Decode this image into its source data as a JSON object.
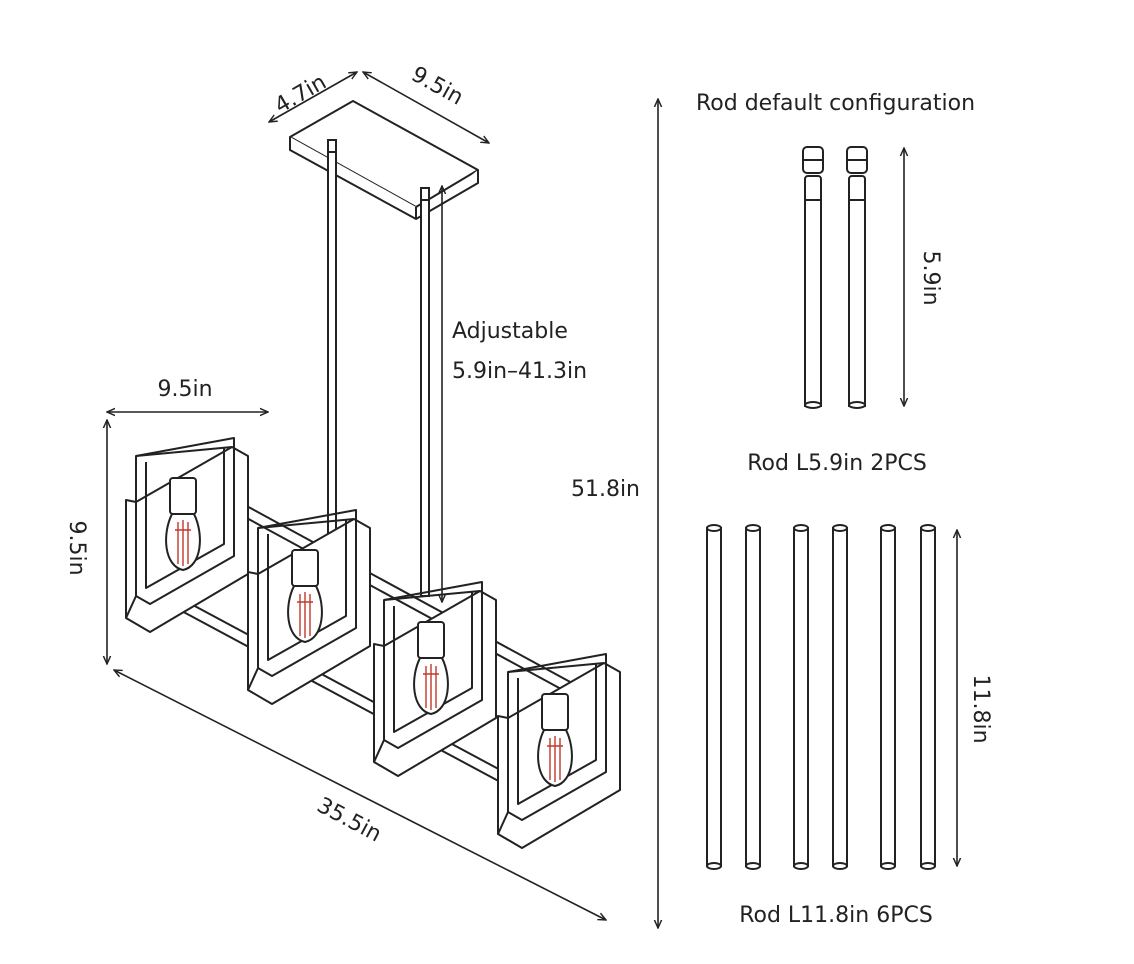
{
  "colors": {
    "line": "#222222",
    "filament": "#c0392b",
    "bulb_fill": "#ffffff"
  },
  "icons": {
    "canopy": "ceiling-canopy-icon",
    "fixture": "chandelier-frame-icon",
    "bulb": "edison-bulb-icon",
    "rod": "suspension-rod-icon"
  },
  "dimensions": {
    "canopy_width": "4.7in",
    "canopy_length": "9.5in",
    "adjustable_label": "Adjustable",
    "adjustable_range": "5.9in–41.3in",
    "frame_width": "9.5in",
    "frame_height": "9.5in",
    "overall_length": "35.5in",
    "overall_height": "51.8in"
  },
  "rods": {
    "title": "Rod default configuration",
    "short_rod_length": "5.9in",
    "short_rod_caption": "Rod L5.9in 2PCS",
    "short_rod_count": 2,
    "long_rod_length": "11.8in",
    "long_rod_caption": "Rod L11.8in 6PCS",
    "long_rod_count": 6
  }
}
